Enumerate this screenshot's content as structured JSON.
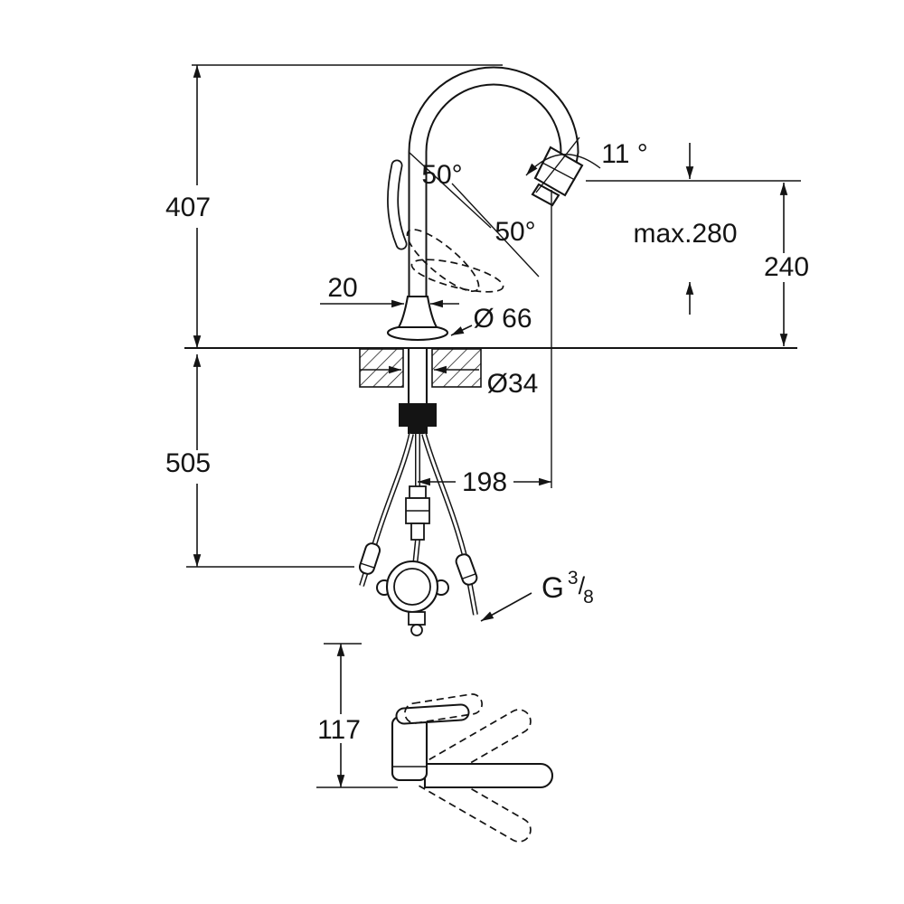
{
  "drawing": {
    "ink_color": "#141414",
    "labels": {
      "height_above_deck": "407",
      "height_below_deck": "505",
      "spout_pipe_width": "20",
      "base_diameter": "Ø 66",
      "hole_diameter": "Ø34",
      "projection": "198",
      "max_spout_height": "max.280",
      "outlet_height": "240",
      "spray_tilt_angle": "11 °",
      "swivel_angle_front": "50°",
      "swivel_angle_back": "50°",
      "thread_prefix": "G",
      "thread_numerator": "3",
      "thread_slash": "/",
      "thread_denominator": "8",
      "handle_height": "117"
    }
  }
}
